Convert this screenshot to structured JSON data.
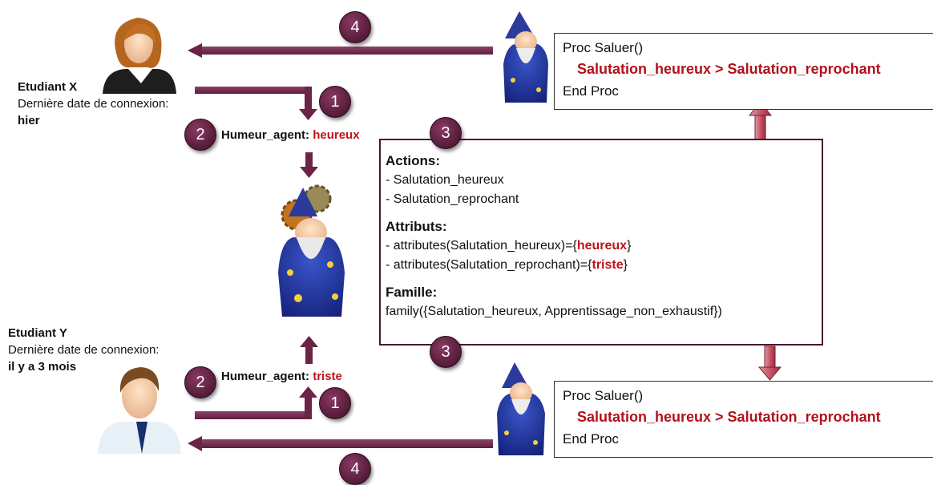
{
  "student_x": {
    "name": "Etudiant X",
    "last_login_label": "Dernière date de connexion:",
    "last_login_value": "hier"
  },
  "student_y": {
    "name": "Etudiant Y",
    "last_login_label": "Dernière date de connexion:",
    "last_login_value": "il y a 3 mois"
  },
  "humeur_top": {
    "label": "Humeur_agent:",
    "value": "heureux"
  },
  "humeur_bottom": {
    "label": "Humeur_agent:",
    "value": "triste"
  },
  "badges": {
    "top_4": "4",
    "top_1": "1",
    "top_2": "2",
    "top_3": "3",
    "bottom_3": "3",
    "bottom_2": "2",
    "bottom_1": "1",
    "bottom_4": "4"
  },
  "proc_top": {
    "line1": "Proc Saluer()",
    "rule": "Salutation_heureux > Salutation_reprochant",
    "line3": "End Proc"
  },
  "proc_bottom": {
    "line1": "Proc Saluer()",
    "rule": "Salutation_heureux > Salutation_reprochant",
    "line3": "End Proc"
  },
  "central": {
    "actions_title": "Actions:",
    "action1": "- Salutation_heureux",
    "action2": "- Salutation_reprochant",
    "attributs_title": "Attributs:",
    "attr1_prefix": "- attributes(Salutation_heureux)={",
    "attr1_value": "heureux",
    "attr1_suffix": "}",
    "attr2_prefix": "- attributes(Salutation_reprochant)={",
    "attr2_value": "triste",
    "attr2_suffix": "}",
    "famille_title": "Famille:",
    "family": "family({Salutation_heureux, Apprentissage_non_exhaustif})"
  },
  "colors": {
    "arrow": "#6b2446",
    "accent_red": "#c0121a",
    "arrow_red": "#b8505f"
  }
}
